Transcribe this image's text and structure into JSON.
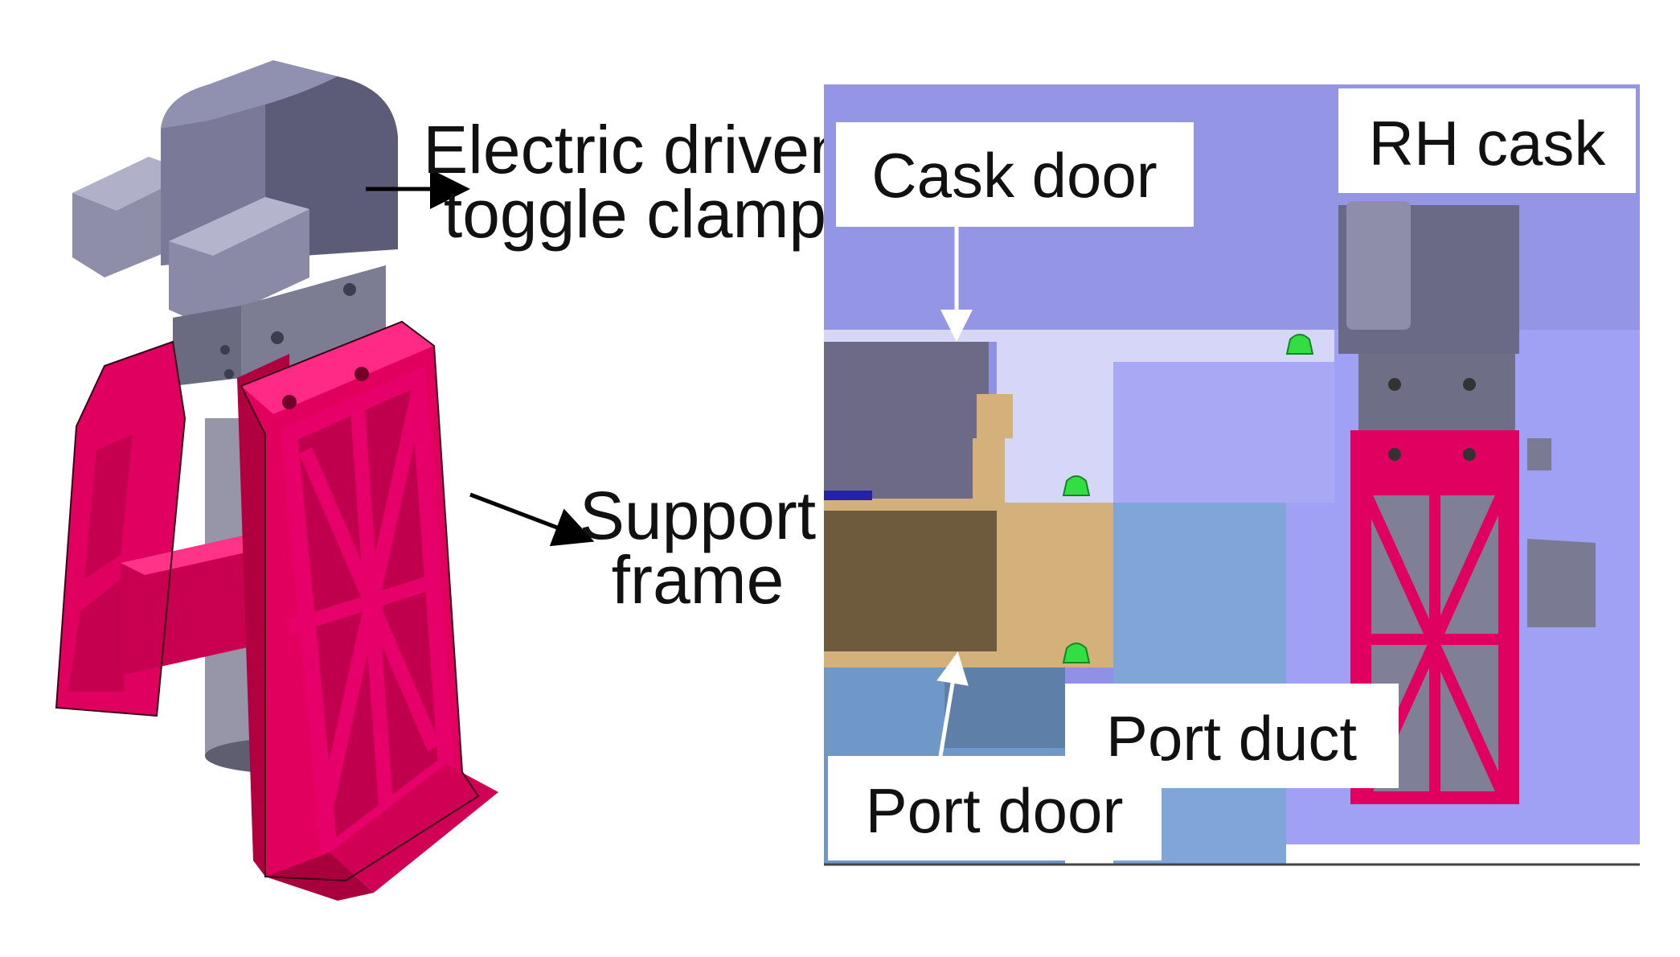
{
  "labels": {
    "clamp_line1": "Electric driven",
    "clamp_line2": "toggle clamp",
    "support_line1": "Support",
    "support_line2": "frame",
    "cask_door": "Cask door",
    "rh_cask": "RH cask",
    "port_duct": "Port duct",
    "port_door": "Port door"
  },
  "colors": {
    "frame_magenta": "#e00060",
    "frame_dark": "#9c0042",
    "clamp_grey": "#6e6e8c",
    "cask_bg": "#8f90e6",
    "duct_blue": "#7fa6d6",
    "door_tan": "#d4b07a",
    "door_dark": "#6e5a3c",
    "seal_green": "#33dd44"
  }
}
